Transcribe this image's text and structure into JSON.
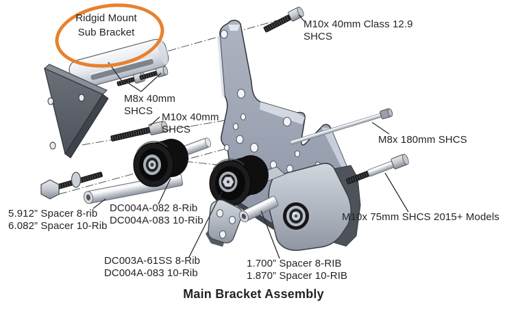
{
  "title": "Main Bracket Assembly",
  "highlight_color": "#e8812d",
  "callouts": {
    "ridgid": {
      "line1": "Ridgid Mount",
      "line2": "Sub Bracket"
    },
    "m10_class": {
      "line1": "M10x 40mm Class 12.9",
      "line2": "SHCS"
    },
    "m8_40": {
      "line1": "M8x 40mm",
      "line2": "SHCS"
    },
    "m10_40": {
      "line1": "M10x 40mm",
      "line2": "SHCS"
    },
    "m8_180": {
      "line1": "M8x 180mm SHCS"
    },
    "m10_75": {
      "line1": "M10x 75mm SHCS 2015+ Models"
    },
    "spacer_long": {
      "line1": "5.912” Spacer 8-rib",
      "line2": "6.082” Spacer 10-Rib"
    },
    "roller1": {
      "line1": "DC004A-082 8-Rib",
      "line2": "DC004A-083 10-Rib"
    },
    "roller2": {
      "line1": "DC003A-61SS 8-Rib",
      "line2": "DC004A-083 10-Rib"
    },
    "spacer_short": {
      "line1": "1.700” Spacer 8-RIB",
      "line2": "1.870” Spacer 10-RIB"
    }
  }
}
